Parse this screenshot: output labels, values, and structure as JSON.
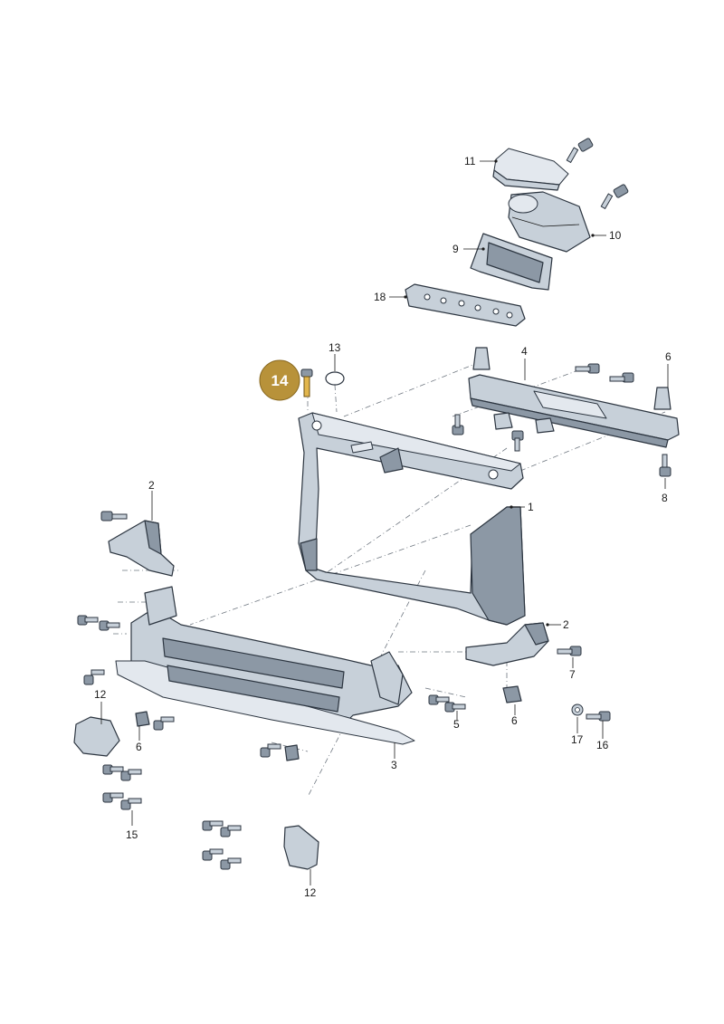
{
  "callouts": {
    "c1": "1",
    "c2a": "2",
    "c2b": "2",
    "c3": "3",
    "c4": "4",
    "c5": "5",
    "c6a": "6",
    "c6b": "6",
    "c6c": "6",
    "c7": "7",
    "c8": "8",
    "c9": "9",
    "c10": "10",
    "c11": "11",
    "c12a": "12",
    "c12b": "12",
    "c13": "13",
    "c15": "15",
    "c16": "16",
    "c17": "17",
    "c18": "18"
  },
  "highlight": {
    "label": "14",
    "color": "#b8923a"
  },
  "colors": {
    "part_fill": "#c7d0d9",
    "outline": "#2c3540",
    "highlight": "#b8923a"
  }
}
